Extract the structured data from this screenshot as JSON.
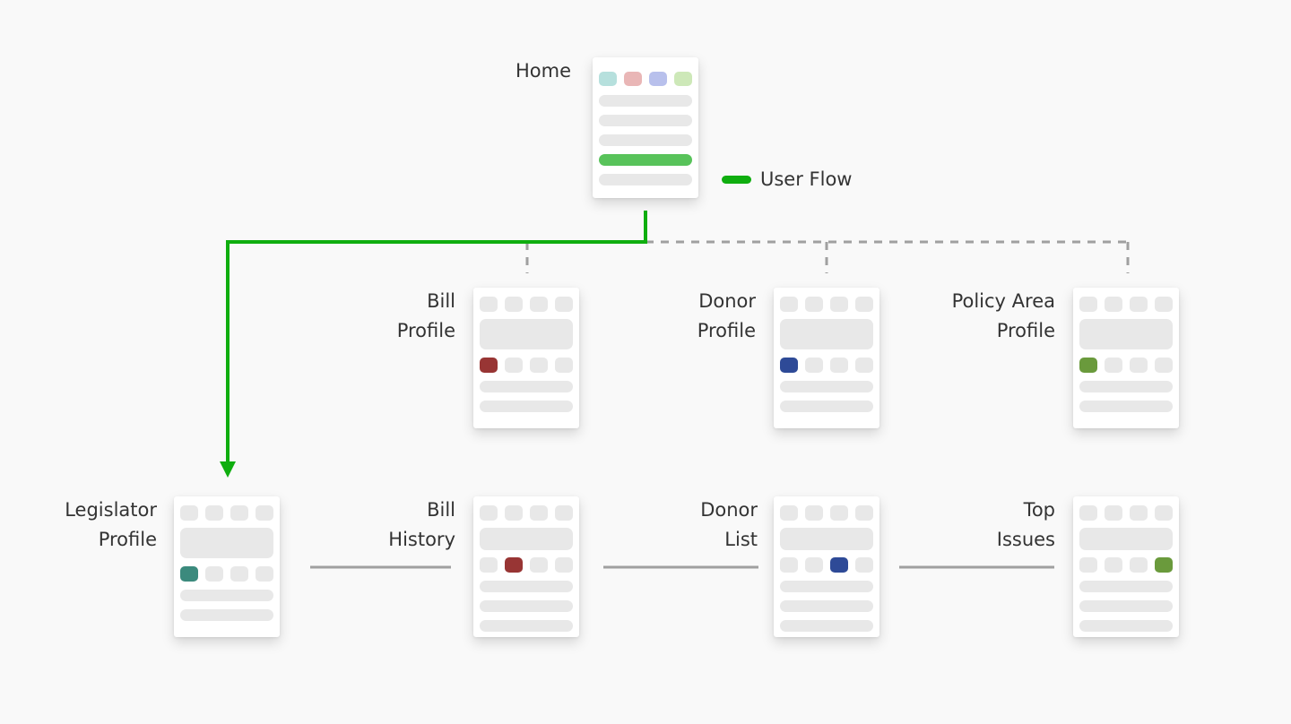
{
  "legend": {
    "label": "User Flow",
    "color": "#0fae0f"
  },
  "colors": {
    "user_flow": "#0fae0f",
    "dashed_link": "#a0a0a0",
    "solid_link": "#a0a0a0",
    "placeholder": "#e8e8e8",
    "home_teal": "#b6e0dd",
    "home_pink": "#e9b6b6",
    "home_blue": "#b8c0ec",
    "home_green": "#cde8b8",
    "home_highlight": "#58c35a",
    "bill_red": "#983534",
    "donor_blue": "#2e4a97",
    "policy_green": "#6a9a3c",
    "legislator_teal": "#3b8a7d"
  },
  "nodes": {
    "home": {
      "label": "Home"
    },
    "bill_profile": {
      "label_line1": "Bill",
      "label_line2": "Profile"
    },
    "donor_profile": {
      "label_line1": "Donor",
      "label_line2": "Profile"
    },
    "policy_area_profile": {
      "label_line1": "Policy Area",
      "label_line2": "Profile"
    },
    "legislator_profile": {
      "label_line1": "Legislator",
      "label_line2": "Profile"
    },
    "bill_history": {
      "label_line1": "Bill",
      "label_line2": "History"
    },
    "donor_list": {
      "label_line1": "Donor",
      "label_line2": "List"
    },
    "top_issues": {
      "label_line1": "Top",
      "label_line2": "Issues"
    }
  }
}
